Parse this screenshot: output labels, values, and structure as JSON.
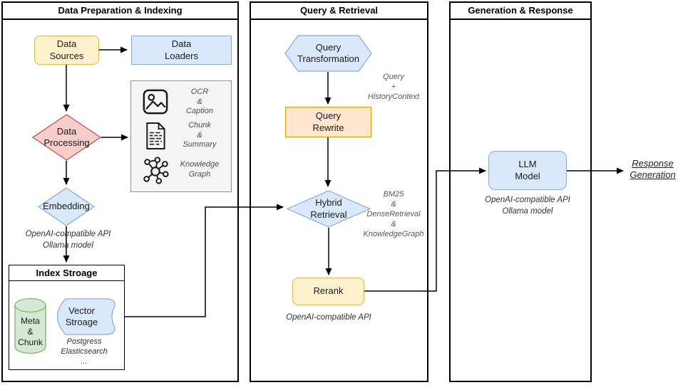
{
  "colors": {
    "yellow_fill": "#FFF2CC",
    "yellow_border": "#D6B656",
    "blue_fill": "#DAE8FC",
    "blue_border": "#8DA9CC",
    "red_fill": "#F8CECC",
    "red_border": "#B85450",
    "green_fill": "#D5E8D4",
    "green_border": "#82B366",
    "orange_fill": "#FFE6CC",
    "orange_border": "#D79B00",
    "gray_box_fill": "#F5F5F5",
    "line": "#000000"
  },
  "panels": {
    "prep": {
      "title": "Data Preparation & Indexing"
    },
    "query": {
      "title": "Query & Retrieval"
    },
    "gen": {
      "title": "Generation & Response"
    }
  },
  "prep": {
    "data_sources": "Data\nSources",
    "data_loaders": "Data\nLoaders",
    "data_processing": "Data\nProcessing",
    "processing_methods": [
      {
        "icon": "image-icon",
        "label": "OCR\n&\nCaption"
      },
      {
        "icon": "document-icon",
        "label": "Chunk\n&\nSummary"
      },
      {
        "icon": "knowledge-graph-icon",
        "label": "Knowledge\nGraph"
      }
    ],
    "embedding": "Embedding",
    "embedding_note": "OpenAI-compatible API\nOllama model",
    "index_storage": {
      "title": "Index Stroage",
      "meta_chunk": "Meta\n&\nChunk",
      "vector_storage": "Vector\nStroage",
      "note": "Postgress\nElasticsearch\n..."
    }
  },
  "query": {
    "query_transformation": "Query\nTransformation",
    "transformation_note": "Query\n+\nHistoryContext",
    "query_rewrite": "Query\nRewrite",
    "hybrid_retrieval": "Hybrid\nRetrieval",
    "retrieval_note": "BM25\n&\nDenseRetrieval\n&\nKnowledgeGraph",
    "rerank": "Rerank",
    "rerank_note": "OpenAI-compatible API"
  },
  "gen": {
    "llm_model": "LLM\nModel",
    "llm_note": "OpenAI-compatible API\nOllama model",
    "response_generation": "Response\nGeneration"
  }
}
